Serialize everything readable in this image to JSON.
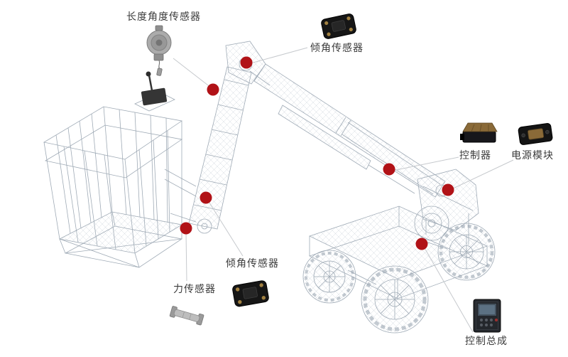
{
  "diagram": {
    "colors": {
      "background": "#ffffff",
      "marker": "#b11217",
      "wireframe": "#9aa6b2",
      "connector": "#c6c9cd",
      "label_text": "#3b3b3b"
    },
    "labels": {
      "length_angle_sensor": "长度角度传感器",
      "tilt_sensor_top": "倾角传感器",
      "controller": "控制器",
      "power_module": "电源模块",
      "tilt_sensor_bottom": "倾角传感器",
      "force_sensor": "力传感器",
      "control_assembly": "控制总成"
    },
    "icons": [
      {
        "name": "draw-wire-sensor-icon",
        "label": "长度角度传感器"
      },
      {
        "name": "tilt-sensor-top-icon",
        "label": "倾角传感器"
      },
      {
        "name": "controller-icon",
        "label": "控制器"
      },
      {
        "name": "power-module-icon",
        "label": "电源模块"
      },
      {
        "name": "tilt-sensor-bottom-icon",
        "label": "倾角传感器"
      },
      {
        "name": "force-sensor-icon",
        "label": "力传感器"
      },
      {
        "name": "control-assembly-icon",
        "label": "控制总成"
      }
    ],
    "markers": {
      "count": 7,
      "color": "#b11217",
      "shape": "circle"
    }
  }
}
